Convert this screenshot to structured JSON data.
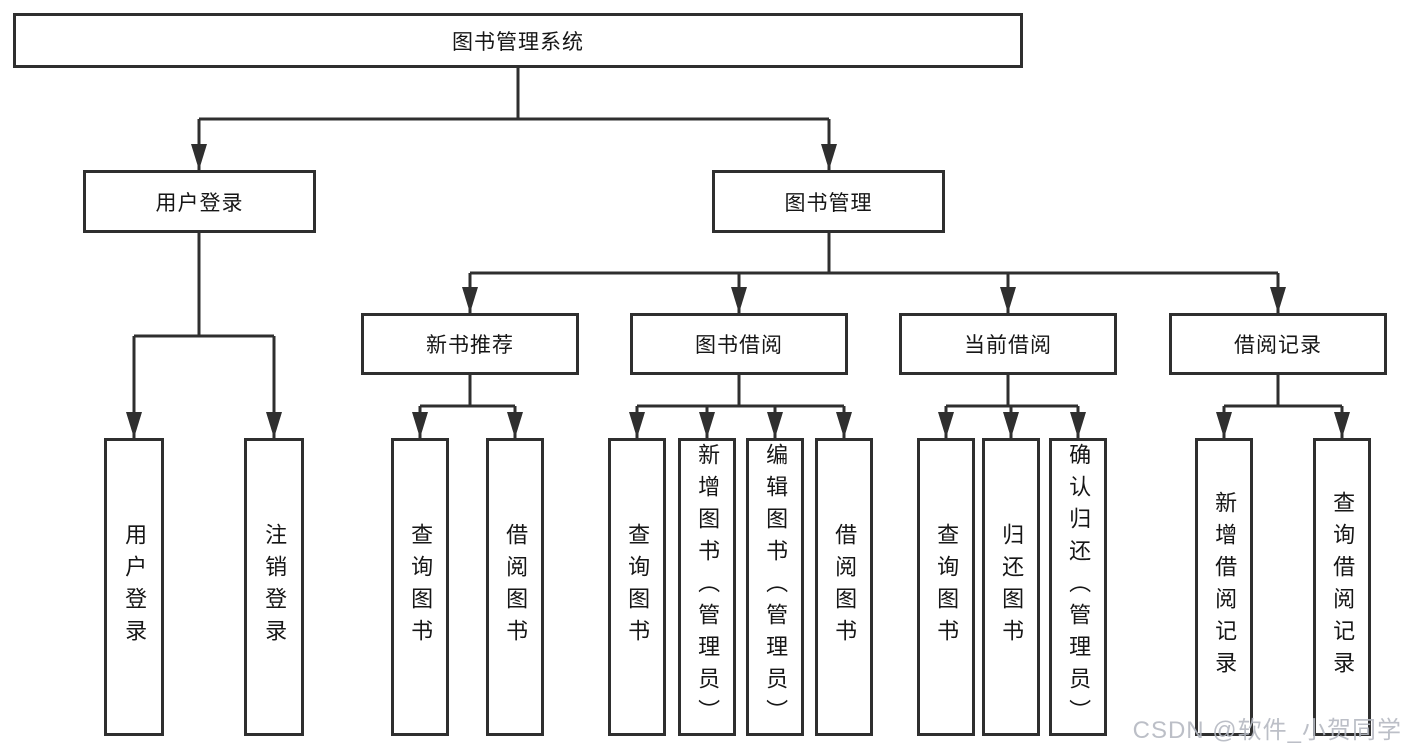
{
  "title": "图书管理系统",
  "colors": {
    "line": "#2f2f2f",
    "text": "#161616",
    "background": "#ffffff",
    "watermark": "#b5b9c2"
  },
  "watermark": {
    "text": "CSDN @软件_小贺同学"
  },
  "tree": {
    "root": {
      "label": "图书管理系统"
    },
    "branches": [
      {
        "label": "用户登录",
        "children": [
          {
            "label": "用户登录"
          },
          {
            "label": "注销登录"
          }
        ]
      },
      {
        "label": "图书管理",
        "children": [
          {
            "label": "新书推荐",
            "children": [
              {
                "label": "查询图书"
              },
              {
                "label": "借阅图书"
              }
            ]
          },
          {
            "label": "图书借阅",
            "children": [
              {
                "label": "查询图书"
              },
              {
                "label": "新增图书（管理员）"
              },
              {
                "label": "编辑图书（管理员）"
              },
              {
                "label": "借阅图书"
              }
            ]
          },
          {
            "label": "当前借阅",
            "children": [
              {
                "label": "查询图书"
              },
              {
                "label": "归还图书"
              },
              {
                "label": "确认归还（管理员）"
              }
            ]
          },
          {
            "label": "借阅记录",
            "children": [
              {
                "label": "新增借阅记录"
              },
              {
                "label": "查询借阅记录"
              }
            ]
          }
        ]
      }
    ]
  }
}
